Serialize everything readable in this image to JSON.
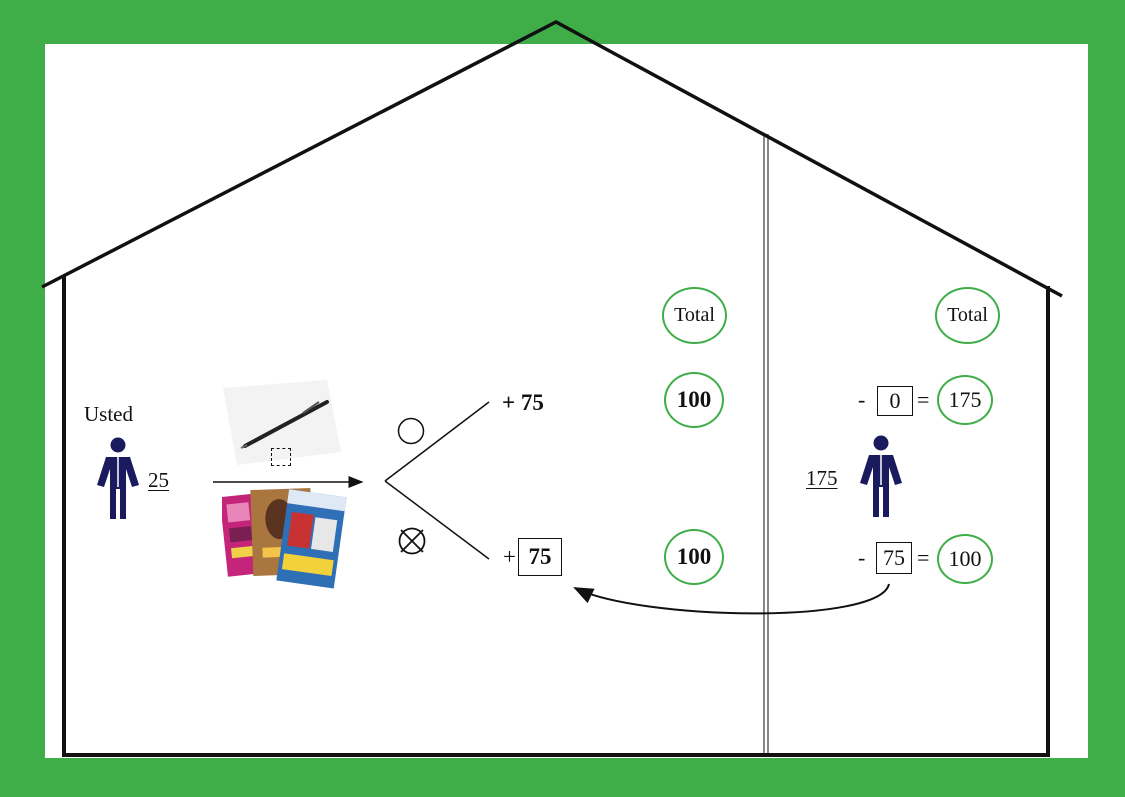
{
  "colors": {
    "frame_green": "#3fae49",
    "figure_navy": "#1a1b5e",
    "circle_green": "#3fae49"
  },
  "left": {
    "person_label": "Usted",
    "person_amount": "25",
    "figure_icon": "person-icon",
    "object_top": "pen-icon",
    "object_bottom": "magazines-icon",
    "choice_empty_icon": "empty-circle-icon",
    "choice_selected_icon": "circle-x-icon"
  },
  "middle": {
    "upper_value": "+ 75",
    "lower_plus": "+",
    "lower_value": "75",
    "total_header": "Total",
    "upper_total": "100",
    "lower_total": "100"
  },
  "right": {
    "total_header": "Total",
    "person_amount": "175",
    "figure_icon": "person-icon",
    "upper_minus": "-",
    "upper_box": "0",
    "upper_equals": "=",
    "upper_result": "175",
    "lower_minus": "-",
    "lower_box": "75",
    "lower_equals": "=",
    "lower_result": "100"
  }
}
